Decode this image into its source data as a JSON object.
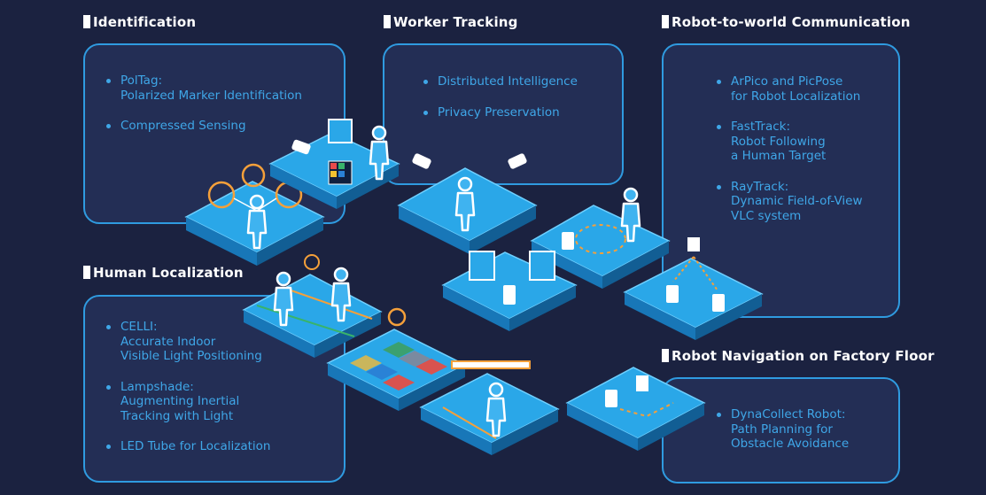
{
  "sections": {
    "identification": {
      "title": "Identification",
      "items": [
        {
          "lines": [
            "PolTag:",
            "Polarized Marker Identification"
          ]
        },
        {
          "lines": [
            "Compressed Sensing"
          ]
        }
      ]
    },
    "worker_tracking": {
      "title": "Worker Tracking",
      "items": [
        {
          "lines": [
            "Distributed Intelligence"
          ]
        },
        {
          "lines": [
            "Privacy Preservation"
          ]
        }
      ]
    },
    "robot_world": {
      "title": "Robot-to-world Communication",
      "items": [
        {
          "lines": [
            "ArPico and PicPose",
            "for Robot Localization"
          ]
        },
        {
          "lines": [
            "FastTrack:",
            "Robot Following",
            "a Human Target"
          ]
        },
        {
          "lines": [
            "RayTrack:",
            "Dynamic Field-of-View",
            "VLC system"
          ]
        }
      ]
    },
    "human_localization": {
      "title": "Human Localization",
      "items": [
        {
          "lines": [
            "CELLI:",
            "Accurate Indoor",
            "Visible Light Positioning"
          ]
        },
        {
          "lines": [
            "Lampshade:",
            "Augmenting Inertial",
            "Tracking with Light"
          ]
        },
        {
          "lines": [
            "LED Tube for Localization"
          ]
        }
      ]
    },
    "robot_navigation": {
      "title": "Robot Navigation on Factory Floor",
      "items": [
        {
          "lines": [
            "DynaCollect Robot:",
            "Path Planning for",
            "Obstacle Avoidance"
          ]
        }
      ]
    }
  },
  "colors": {
    "background": "#1b2240",
    "panel_border": "#2f9be0",
    "item_text": "#3fa7e8",
    "tile_top": "#2aa7e8",
    "accent_orange": "#f5a03a"
  },
  "icons": [
    "camera-icon",
    "worker-icon",
    "robot-icon",
    "lamp-icon",
    "dna-icon",
    "heart-icon",
    "led-grid-icon",
    "speech-bubble-icon"
  ]
}
